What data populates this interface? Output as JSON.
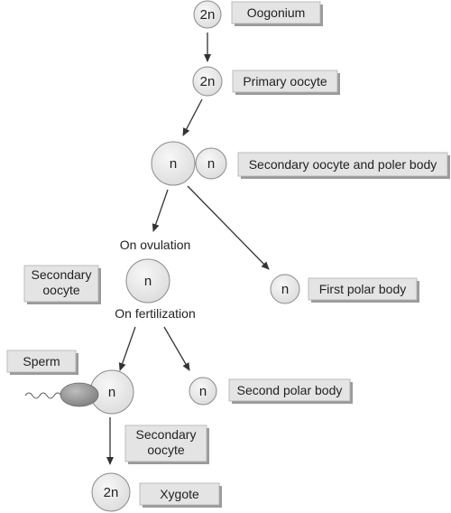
{
  "cells": {
    "oogonium_ploidy": "2n",
    "primary_ploidy": "2n",
    "secondary_ploidy": "n",
    "polar_ploidy": "n",
    "ovulated_ploidy": "n",
    "first_polar_ploidy": "n",
    "fertilized_ploidy": "n",
    "second_polar_ploidy": "n",
    "zygote_ploidy": "2n"
  },
  "labels": {
    "oogonium": "Oogonium",
    "primary_oocyte": "Primary oocyte",
    "secondary_and_polar": "Secondary oocyte and poler body",
    "secondary_oocyte_1_line1": "Secondary",
    "secondary_oocyte_1_line2": "oocyte",
    "first_polar_body": "First polar body",
    "sperm": "Sperm",
    "second_polar_body": "Second polar body",
    "secondary_oocyte_2_line1": "Secondary",
    "secondary_oocyte_2_line2": "oocyte",
    "zygote": "Xygote"
  },
  "annotations": {
    "on_ovulation": "On ovulation",
    "on_fertilization": "On fertilization"
  },
  "colors": {
    "cell_fill": "#e8e8e8",
    "cell_stroke": "#8a8a8a",
    "label_fill": "#e4e4e4",
    "label_shadow": "#9a9a9a",
    "arrow": "#333333",
    "sperm_fill": "#9a9a9a"
  }
}
